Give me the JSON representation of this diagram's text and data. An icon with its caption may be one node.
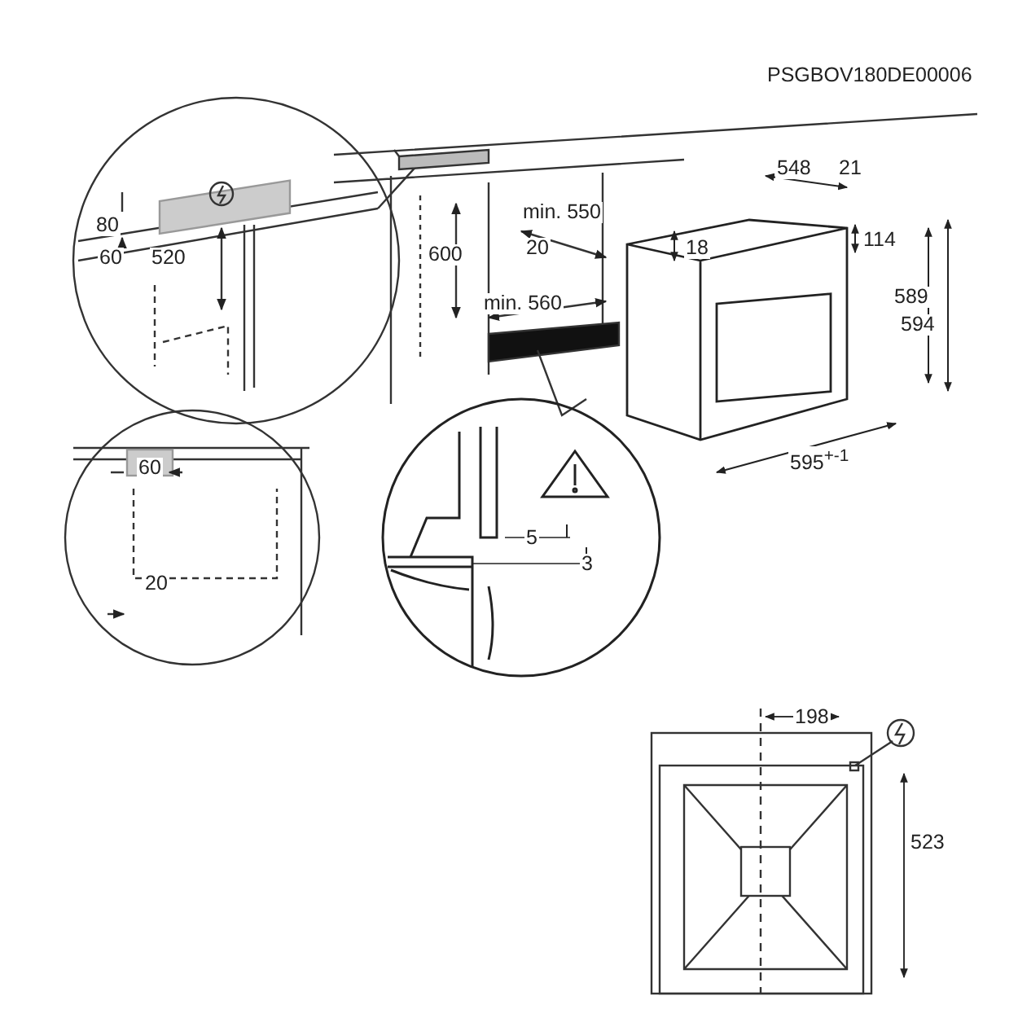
{
  "diagram": {
    "labels": [
      "PSGBOV180DE00006",
      "80",
      "60",
      "520",
      "600",
      "min. 550",
      "20",
      "min. 560",
      "548",
      "21",
      "18",
      "114",
      "589",
      "594",
      "60",
      "595$^{+-1}$",
      "5",
      "3",
      "20",
      "198",
      "523"
    ]
  }
}
